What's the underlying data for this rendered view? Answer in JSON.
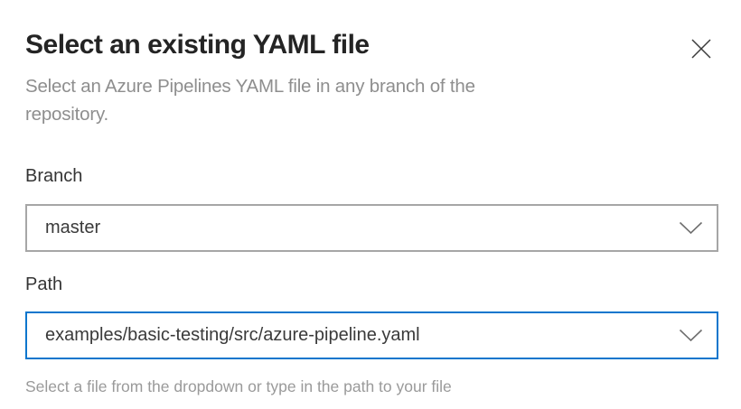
{
  "dialog": {
    "title": "Select an existing YAML file",
    "subtitle": "Select an Azure Pipelines YAML file in any branch of the repository."
  },
  "fields": {
    "branch": {
      "label": "Branch",
      "value": "master"
    },
    "path": {
      "label": "Path",
      "value": "examples/basic-testing/src/azure-pipeline.yaml",
      "helper_text": "Select a file from the dropdown or type in the path to your file"
    }
  },
  "icons": {
    "close": "close-icon",
    "branch_chevron": "chevron-down-icon",
    "path_chevron": "chevron-down-icon"
  },
  "colors": {
    "accent_blue": "#0b76cd",
    "dropdown_border": "#a6a6a6",
    "title_text": "#242424",
    "secondary_text": "#8e8e8e",
    "helper_text": "#9a9a9a"
  }
}
